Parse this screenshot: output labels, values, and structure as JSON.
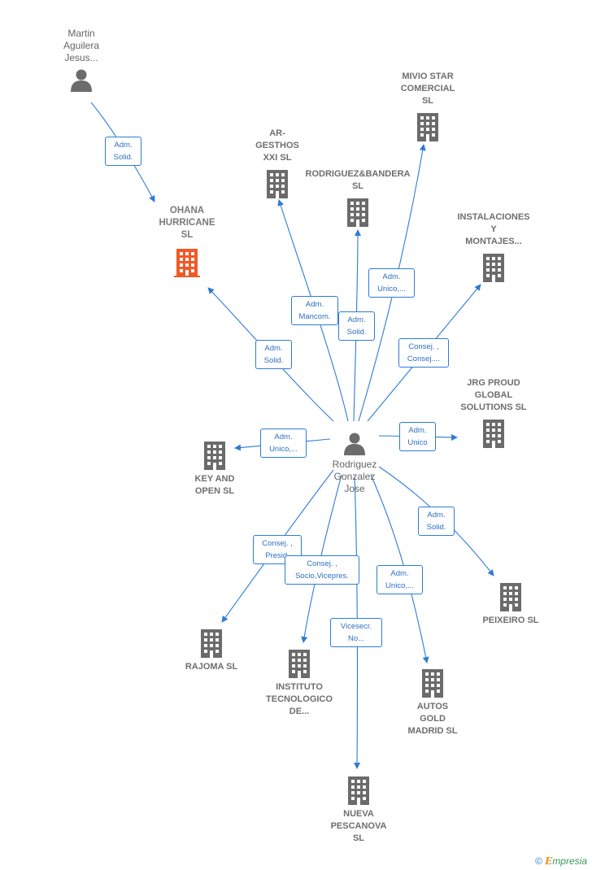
{
  "people": {
    "martin": "Martin\nAguilera\nJesus...",
    "rodriguez": "Rodriguez\nGonzalez\nJose"
  },
  "companies": {
    "ohana": "OHANA\nHURRICANE\nSL",
    "argesthos": "AR-\nGESTHOS\nXXI SL",
    "rodriguezbandera": "RODRIGUEZ&BANDERA\nSL",
    "mivio": "MIVIO STAR\nCOMERCIAL\nSL",
    "instalaciones": "INSTALACIONES\nY\nMONTAJES...",
    "jrg": "JRG PROUD\nGLOBAL\nSOLUTIONS  SL",
    "keyopen": "KEY AND\nOPEN  SL",
    "peixeiro": "PEIXEIRO SL",
    "rajoma": "RAJOMA SL",
    "instituto": "INSTITUTO\nTECNOLOGICO\nDE...",
    "autosgold": "AUTOS\nGOLD\nMADRID  SL",
    "nueva": "NUEVA\nPESCANOVA\nSL"
  },
  "relations": {
    "martin_ohana": "Adm.\nSolid.",
    "rod_ohana": "Adm.\nSolid.",
    "rod_argesthos": "Adm.\nMancom.",
    "rod_rodban": "Adm.\nSolid.",
    "rod_mivio": "Adm.\nUnico,...",
    "rod_instal": "Consej. ,\nConsej....",
    "rod_jrg": "Adm.\nUnico",
    "rod_key": "Adm.\nUnico,...",
    "rod_peixeiro": "Adm.\nSolid.",
    "rod_rajoma": "Consej. ,\nPresid.",
    "rod_instituto": "Consej. ,\nSocio,Vicepres.",
    "rod_autos": "Adm.\nUnico,...",
    "rod_nueva": "Vicesecr.\nNo..."
  },
  "colors": {
    "edge": "#2e7bd6",
    "building": "#6b6b6b",
    "main_building": "#f05a28",
    "person": "#6b6b6b"
  },
  "brand": {
    "symbol": "©",
    "initial": "E",
    "rest": "mpresia"
  }
}
